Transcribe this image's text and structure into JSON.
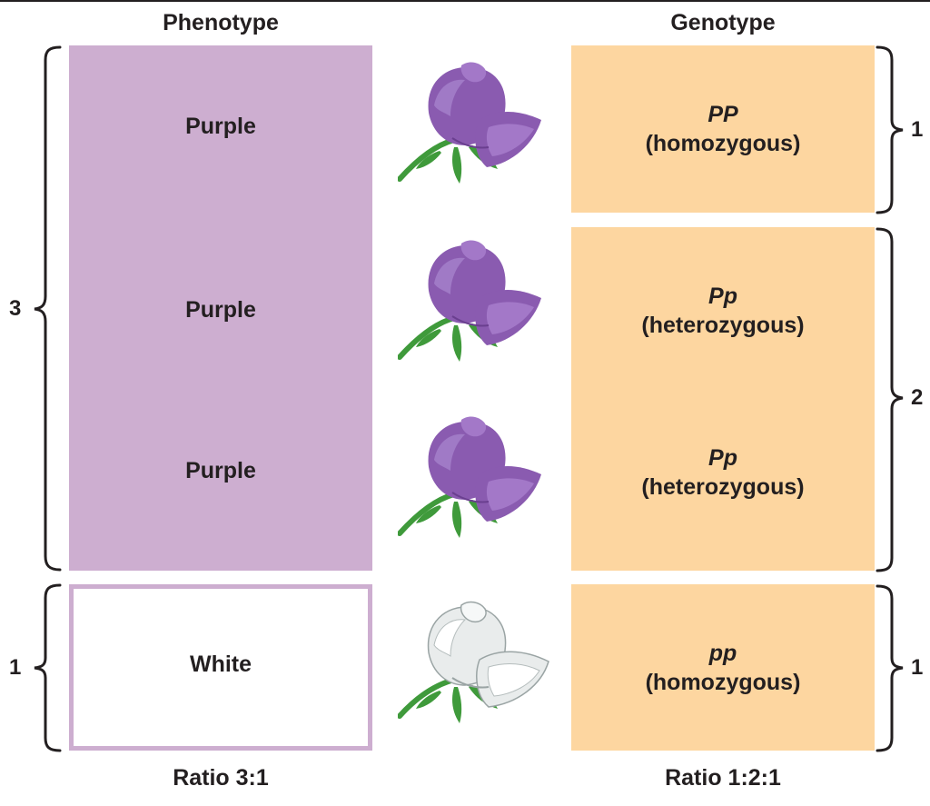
{
  "headers": {
    "phenotype": "Phenotype",
    "genotype": "Genotype"
  },
  "phenotype": {
    "rows": [
      {
        "label": "Purple",
        "color": "#cdaed0"
      },
      {
        "label": "Purple",
        "color": "#cdaed0"
      },
      {
        "label": "Purple",
        "color": "#cdaed0"
      },
      {
        "label": "White",
        "color": "#ffffff"
      }
    ],
    "group_counts": {
      "purple": "3",
      "white": "1"
    },
    "ratio": "Ratio 3:1"
  },
  "genotype": {
    "rows": [
      {
        "allele": "PP",
        "type": "(homozygous)"
      },
      {
        "allele": "Pp",
        "type": "(heterozygous)"
      },
      {
        "allele": "Pp",
        "type": "(heterozygous)"
      },
      {
        "allele": "pp",
        "type": "(homozygous)"
      }
    ],
    "group_counts": {
      "homozygous_dominant": "1",
      "heterozygous": "2",
      "homozygous_recessive": "1"
    },
    "ratio": "Ratio 1:2:1",
    "box_color": "#fdd6a0"
  },
  "flowers": [
    {
      "icon": "purple-flower-icon",
      "color": "#8a5bb0"
    },
    {
      "icon": "purple-flower-icon",
      "color": "#8a5bb0"
    },
    {
      "icon": "purple-flower-icon",
      "color": "#8a5bb0"
    },
    {
      "icon": "white-flower-icon",
      "color": "#e9ecec"
    }
  ]
}
